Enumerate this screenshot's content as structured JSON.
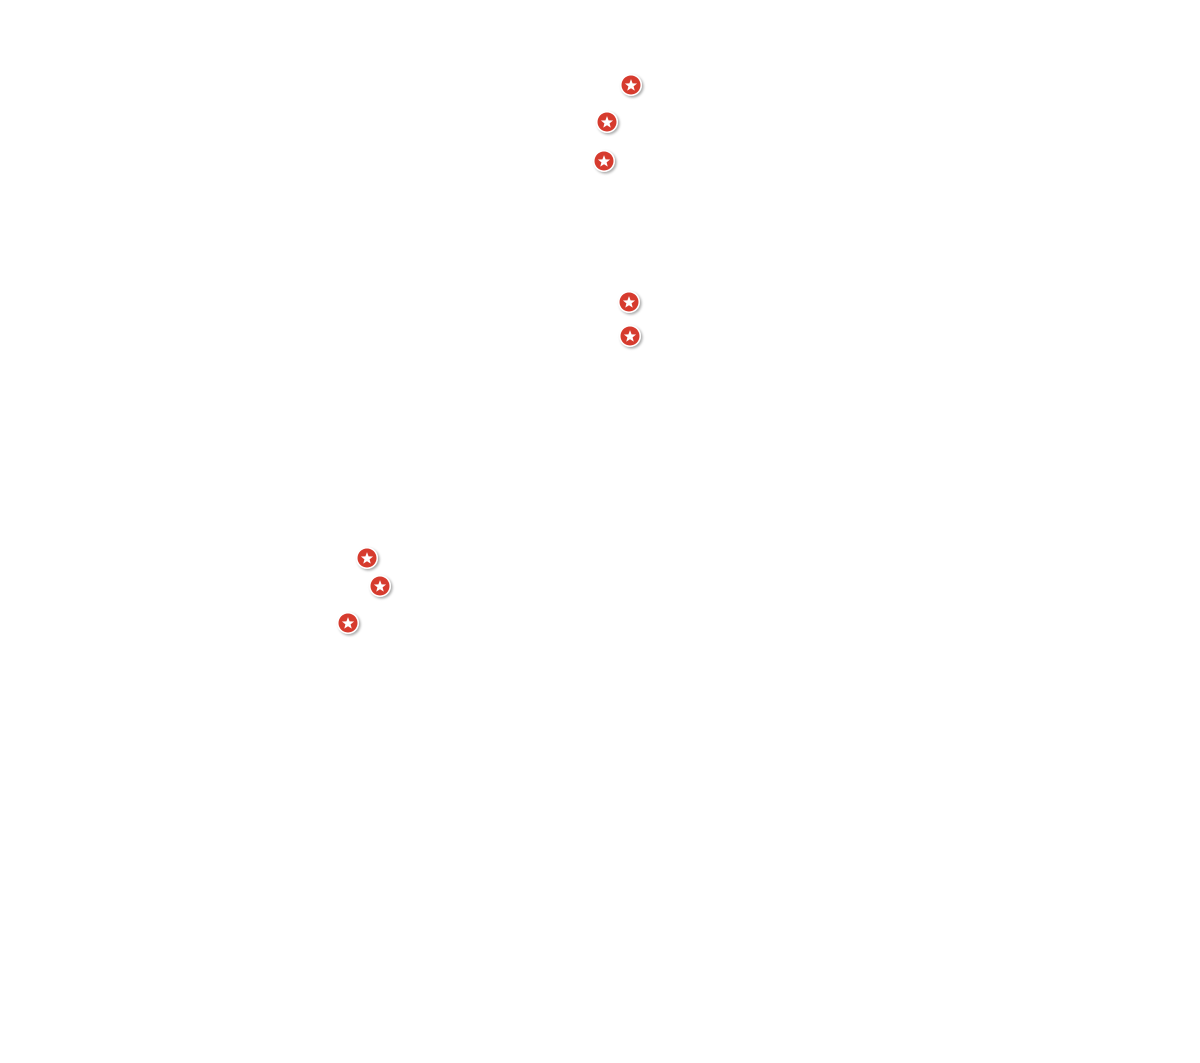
{
  "map": {
    "background_color": "#ffffff",
    "marker_style": {
      "icon": "star-marker-icon",
      "fill_color": "#d63a2f",
      "ring_color": "#ffffff",
      "star_color": "#ffffff",
      "shadow_color": "#000000"
    },
    "markers": [
      {
        "id": "marker-1"
      },
      {
        "id": "marker-2"
      },
      {
        "id": "marker-3"
      },
      {
        "id": "marker-4"
      },
      {
        "id": "marker-5"
      },
      {
        "id": "marker-6"
      },
      {
        "id": "marker-7"
      },
      {
        "id": "marker-8"
      }
    ]
  }
}
